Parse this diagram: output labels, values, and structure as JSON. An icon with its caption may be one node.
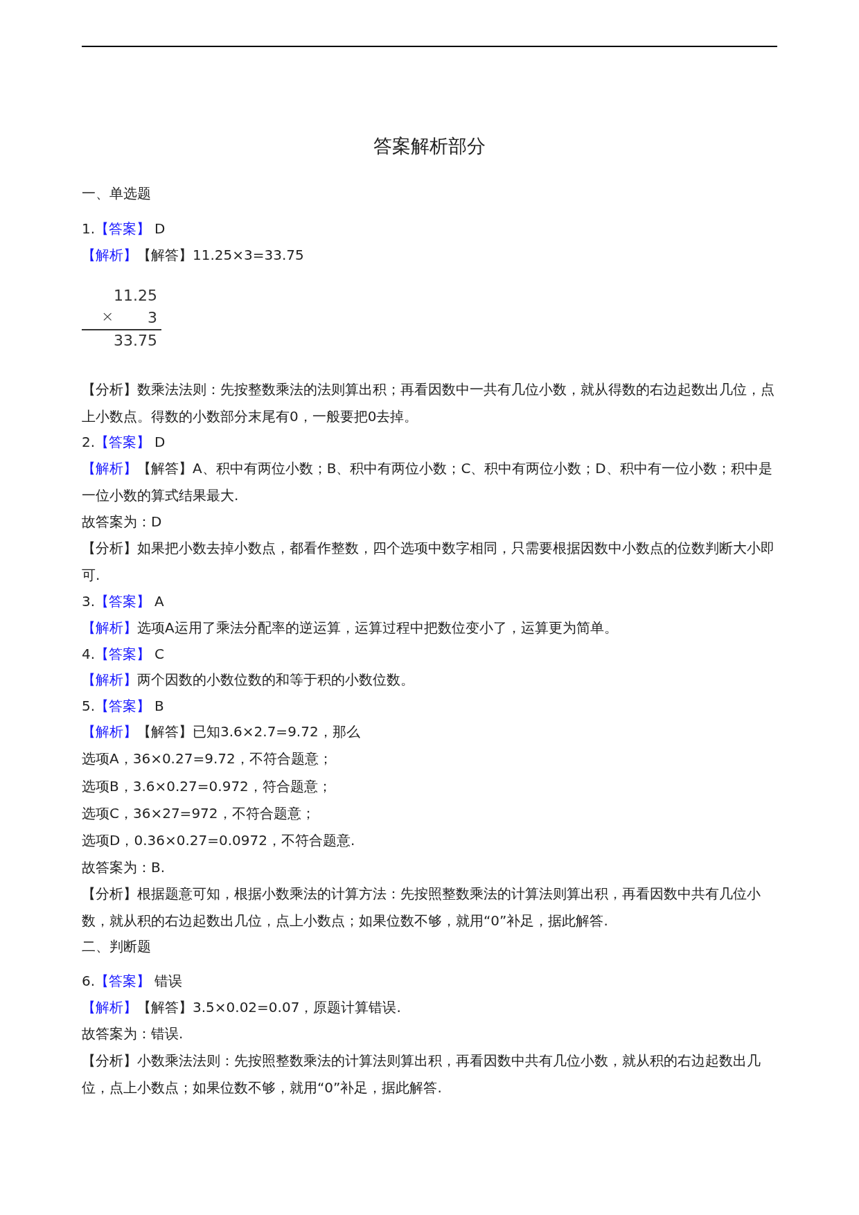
{
  "diagram": {
    "title": "答案解析部分",
    "labels": [
      "一、单选题",
      "1.",
      "【答案】",
      "D",
      "【解析】",
      "【解答】11.25×3=33.75",
      "11.25",
      "×",
      "3",
      "33.75",
      "【分析】数乘法法则：先按整数乘法的法则算出积；再看因数中一共有几位小数，就从得数的右边起数出几位，点上小数点。得数的小数部分末尾有0，一般要把0去掉。",
      "2.",
      "【答案】",
      "D",
      "【解析】",
      "【解答】A、积中有两位小数；B、积中有两位小数；C、积中有两位小数；D、积中有一位小数；积中是一位小数的算式结果最大.",
      "故答案为：D",
      "【分析】如果把小数去掉小数点，都看作整数，四个选项中数字相同，只需要根据因数中小数点的位数判断大小即可.",
      "3.",
      "【答案】",
      "A",
      "【解析】",
      "选项A运用了乘法分配率的逆运算，运算过程中把数位变小了，运算更为简单。",
      "4.",
      "【答案】",
      "C",
      "【解析】",
      "两个因数的小数位数的和等于积的小数位数。",
      "5.",
      "【答案】",
      "B",
      "【解析】",
      "【解答】已知3.6×2.7=9.72，那么",
      "选项A，36×0.27=9.72，不符合题意；",
      "选项B，3.6×0.27=0.972，符合题意；",
      "选项C，36×27=972，不符合题意；",
      "选项D，0.36×0.27=0.0972，不符合题意.",
      "故答案为：B.",
      "【分析】根据题意可知，根据小数乘法的计算方法：先按照整数乘法的计算法则算出积，再看因数中共有几位小数，就从积的右边起数出几位，点上小数点；如果位数不够，就用“0”补足，据此解答.",
      "二、判断题",
      "6.",
      "【答案】",
      "错误",
      "【解析】",
      "【解答】3.5×0.02=0.07，原题计算错误.",
      "故答案为：错误.",
      "【分析】小数乘法法则：先按照整数乘法的计算法则算出积，再看因数中共有几位小数，就从积的右边起数出几位，点上小数点；如果位数不够，就用“0”补足，据此解答."
    ]
  }
}
